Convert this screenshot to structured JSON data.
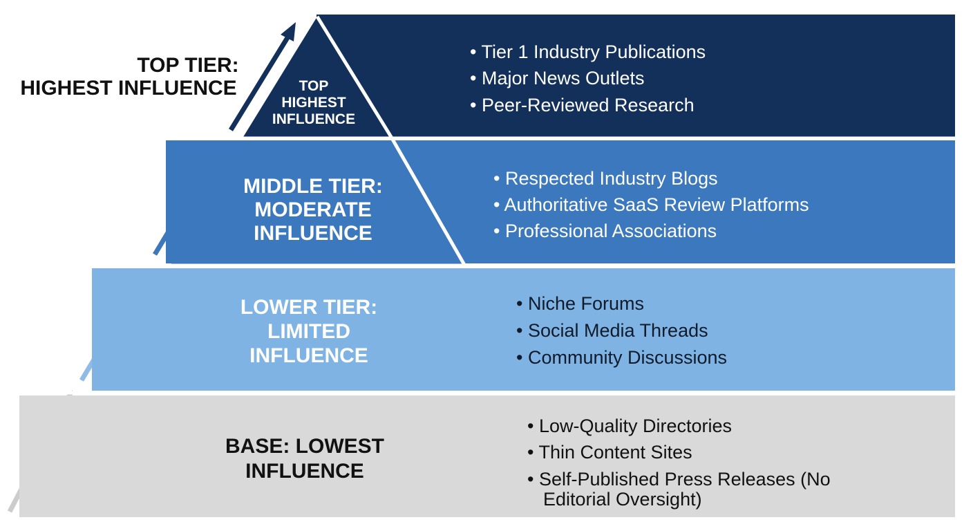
{
  "outer_label": {
    "line1": "TOP TIER:",
    "line2": "HIGHEST INFLUENCE"
  },
  "tiers": [
    {
      "id": "top",
      "label_lines": [
        "TOP",
        "HIGHEST",
        "INFLUENCE"
      ],
      "items": [
        "Tier 1 Industry Publications",
        "Major News Outlets",
        "Peer-Reviewed Research"
      ],
      "fill": "#12305a",
      "label_color": "#ffffff",
      "text_color": "#ffffff"
    },
    {
      "id": "middle",
      "label_lines": [
        "MIDDLE TIER:",
        "MODERATE",
        "INFLUENCE"
      ],
      "items": [
        "Respected Industry Blogs",
        "Authoritative SaaS Review Platforms",
        "Professional Associations"
      ],
      "fill": "#3b78bd",
      "label_color": "#ffffff",
      "text_color": "#ffffff"
    },
    {
      "id": "lower",
      "label_lines": [
        "LOWER TIER:",
        "LIMITED",
        "INFLUENCE"
      ],
      "items": [
        "Niche Forums",
        "Social Media Threads",
        "Community Discussions"
      ],
      "fill": "#7fb3e4",
      "label_color": "#ffffff",
      "text_color": "#0f1b2a"
    },
    {
      "id": "base",
      "label_lines": [
        "BASE: LOWEST",
        "INFLUENCE"
      ],
      "items": [
        "Low-Quality Directories",
        "Thin Content Sites",
        "Self-Published Press Releases (No",
        "Editorial Oversight)"
      ],
      "fill": "#d9d9d9",
      "label_color": "#111111",
      "text_color": "#111111"
    }
  ],
  "arrow_colors": [
    "#cccccc",
    "#8fbbe6",
    "#3f78b8",
    "#12305a"
  ]
}
